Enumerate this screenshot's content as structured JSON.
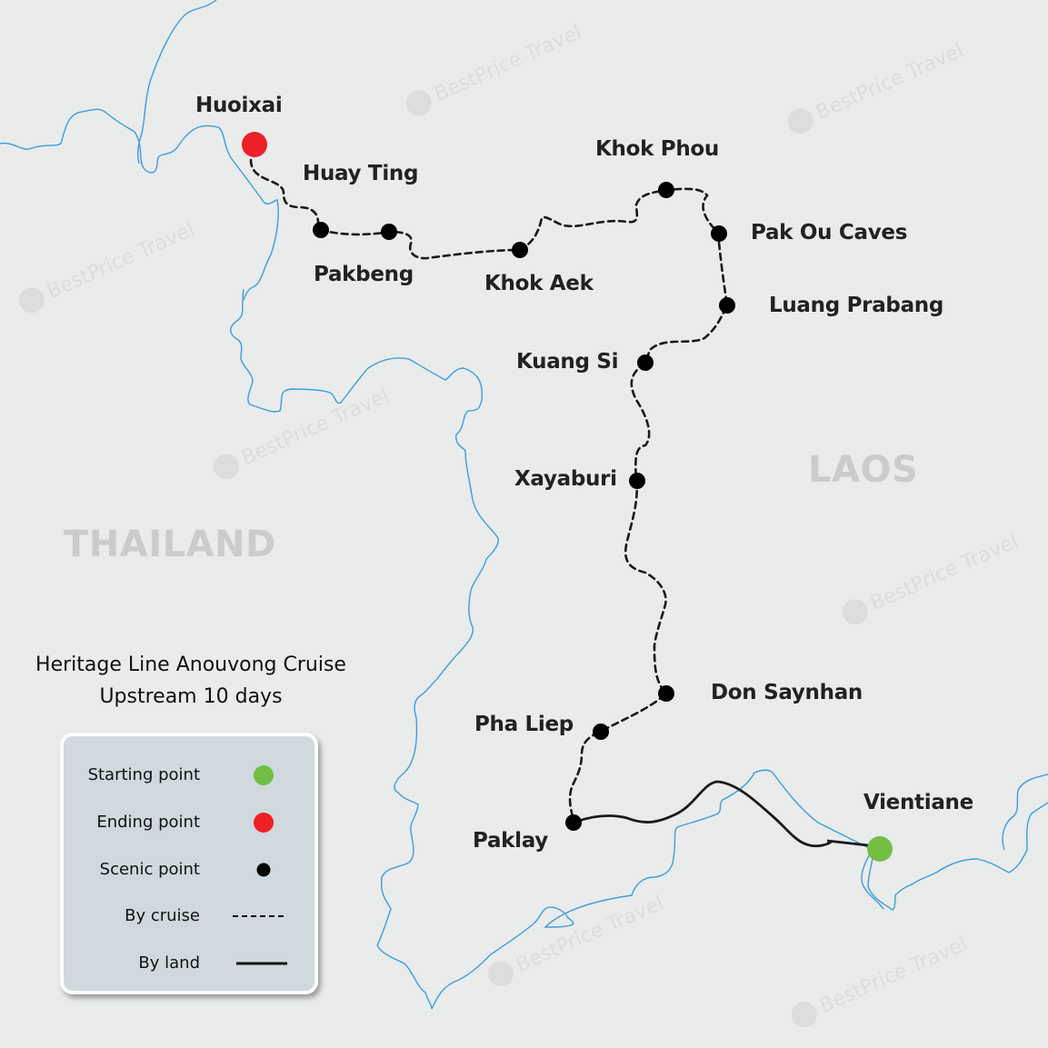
{
  "map": {
    "title_line1": "Heritage Line Anouvong Cruise",
    "title_line2": "Upstream 10 days",
    "countries": [
      {
        "name": "THAILAND"
      },
      {
        "name": "LAOS"
      }
    ],
    "watermark": "BestPrice Travel",
    "colors": {
      "background": "#eaebeb",
      "river": "#3a9ee0",
      "start": "#72bf44",
      "end": "#ed1f27",
      "scenic": "#000000",
      "legend_bg": "#cfd9de",
      "country_label": "#cccccc"
    },
    "stops": [
      {
        "name": "Huoixai",
        "type": "end"
      },
      {
        "name": "Huay Ting",
        "type": "scenic"
      },
      {
        "name": "Pakbeng",
        "type": "scenic"
      },
      {
        "name": "Khok Aek",
        "type": "scenic"
      },
      {
        "name": "Khok Phou",
        "type": "scenic"
      },
      {
        "name": "Pak Ou Caves",
        "type": "scenic"
      },
      {
        "name": "Luang Prabang",
        "type": "scenic"
      },
      {
        "name": "Kuang Si",
        "type": "scenic"
      },
      {
        "name": "Xayaburi",
        "type": "scenic"
      },
      {
        "name": "Don Saynhan",
        "type": "scenic"
      },
      {
        "name": "Pha Liep",
        "type": "scenic"
      },
      {
        "name": "Paklay",
        "type": "scenic"
      },
      {
        "name": "Vientiane",
        "type": "start"
      }
    ]
  },
  "legend": {
    "items": [
      {
        "label": "Starting point",
        "symbol": "green-dot"
      },
      {
        "label": "Ending point",
        "symbol": "red-dot"
      },
      {
        "label": "Scenic point",
        "symbol": "black-dot"
      },
      {
        "label": "By cruise",
        "symbol": "dashed-line"
      },
      {
        "label": "By land",
        "symbol": "solid-line"
      }
    ]
  }
}
